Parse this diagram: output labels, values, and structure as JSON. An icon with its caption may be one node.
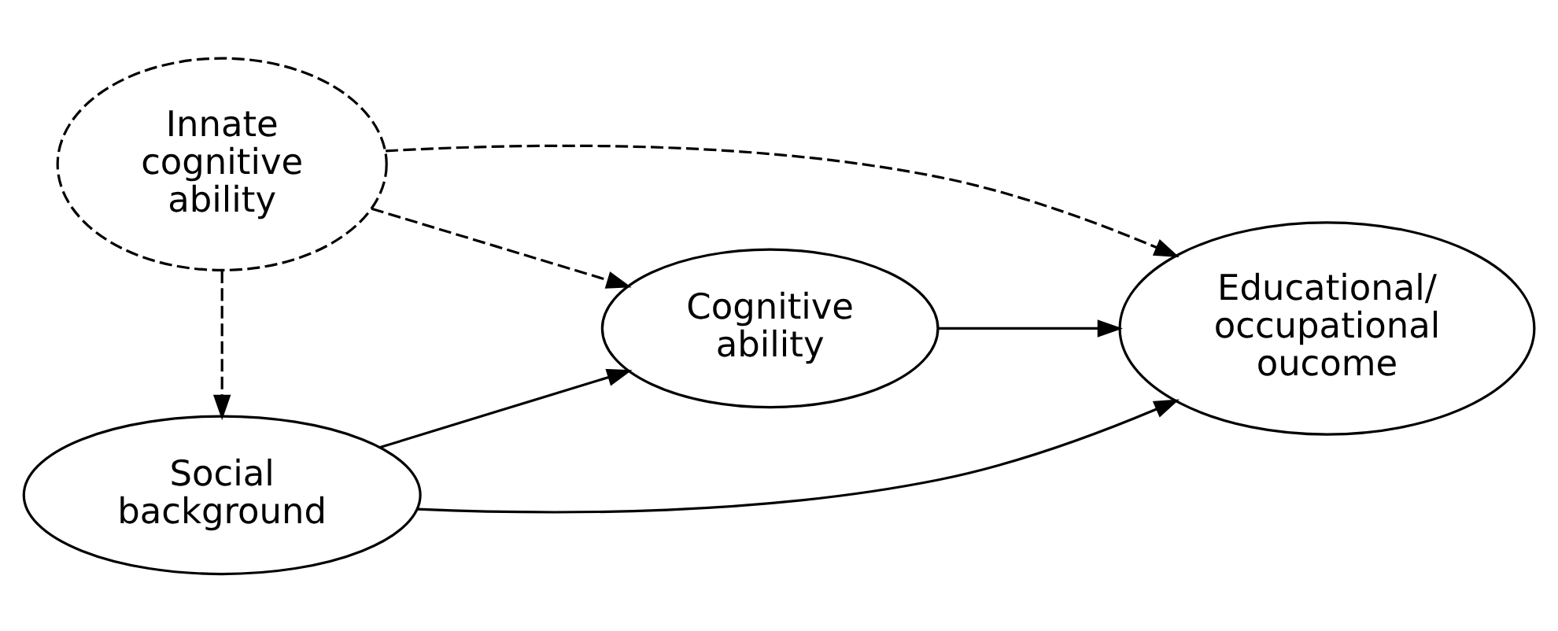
{
  "diagram": {
    "nodes": [
      {
        "text": [
          "Innate cognitive ability"
        ]
      },
      {
        "text": [
          "Cognitive ability"
        ]
      },
      {
        "text": [
          "Social background"
        ]
      },
      {
        "text": [
          "Educational/ occupational oucome"
        ]
      }
    ],
    "edges": [
      {
        "from": 0,
        "to": 1,
        "arrow": "to",
        "style": "dashed"
      },
      {
        "from": 0,
        "to": 3,
        "arrow": "to",
        "style": "dashed"
      },
      {
        "from": 0,
        "to": 2,
        "arrow": "to",
        "style": "dashed"
      },
      {
        "from": 1,
        "to": 3,
        "arrow": "to"
      },
      {
        "from": 2,
        "to": 1,
        "arrow": "to"
      },
      {
        "from": 2,
        "to": 3,
        "arrow": "to"
      }
    ]
  }
}
